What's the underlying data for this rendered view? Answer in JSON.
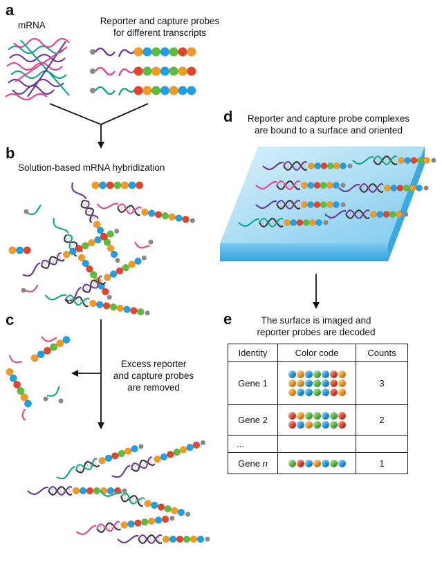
{
  "panels": {
    "a": {
      "letter": "a",
      "mrna_label": "mRNA",
      "probes_label_line1": "Reporter and capture probes",
      "probes_label_line2": "for different transcripts"
    },
    "b": {
      "letter": "b",
      "caption": "Solution-based mRNA hybridization"
    },
    "c": {
      "letter": "c",
      "caption_line1": "Excess reporter",
      "caption_line2": "and capture probes",
      "caption_line3": "are removed"
    },
    "d": {
      "letter": "d",
      "caption_line1": "Reporter and capture probe complexes",
      "caption_line2": "are bound to a surface and oriented"
    },
    "e": {
      "letter": "e",
      "caption_line1": "The surface is imaged and",
      "caption_line2": "reporter probes are decoded"
    }
  },
  "table": {
    "headers": [
      "Identity",
      "Color code",
      "Counts"
    ],
    "rows": [
      {
        "identity": "Gene 1",
        "count": "3",
        "codes": [
          [
            "blue",
            "orange",
            "blue",
            "green",
            "blue",
            "red",
            "orange"
          ],
          [
            "orange",
            "orange",
            "blue",
            "green",
            "blue",
            "red",
            "orange"
          ],
          [
            "orange",
            "blue",
            "blue",
            "green",
            "blue",
            "red",
            "orange"
          ]
        ]
      },
      {
        "identity": "Gene 2",
        "count": "2",
        "codes": [
          [
            "red",
            "orange",
            "green",
            "green",
            "blue",
            "green",
            "red"
          ],
          [
            "red",
            "blue",
            "orange",
            "green",
            "blue",
            "green",
            "red"
          ]
        ]
      },
      {
        "identity": "...",
        "count": "",
        "codes": []
      },
      {
        "identity": "Gene n",
        "identity_prefix": "Gene ",
        "identity_italic": "n",
        "count": "1",
        "codes": [
          [
            "green",
            "red",
            "blue",
            "orange",
            "blue",
            "green",
            "blue"
          ]
        ]
      }
    ]
  },
  "colors": {
    "blue": "#1ea0e6",
    "orange": "#f59a1c",
    "green": "#5cbf3a",
    "red": "#e8432a",
    "purple": "#6b3b97",
    "pink": "#e0478f",
    "teal": "#14a58c",
    "helix": "#333333",
    "surface_top": "#a9dcf3",
    "surface_side": "#55b8e6"
  }
}
